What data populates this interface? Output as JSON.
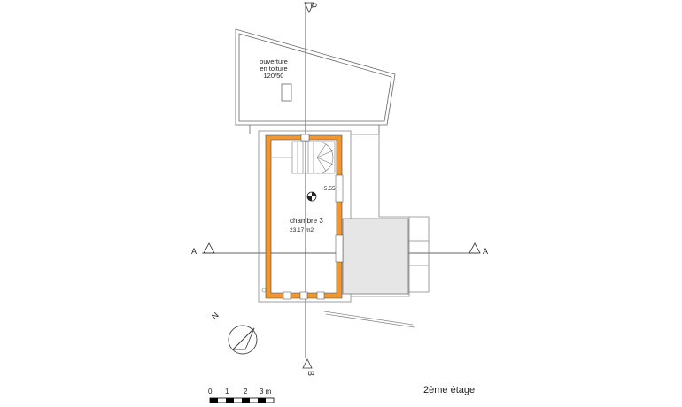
{
  "roof": {
    "opening_line1": "ouverture",
    "opening_line2": "en toiture",
    "opening_line3": "120/50"
  },
  "room": {
    "name": "chambre 3",
    "area": "23.17 m2",
    "level_mark": "+5.55"
  },
  "section_markers": {
    "a_left": "A",
    "a_right": "A",
    "b_top": "B",
    "b_bottom": "B"
  },
  "north_label": "N",
  "scale_bar": {
    "ticks": [
      "0",
      "1",
      "2",
      "3 m"
    ]
  },
  "floor_title": "2ème étage",
  "colors": {
    "wall_fill": "#f0982e",
    "line": "#555555",
    "hatch_fill": "#e6e6e6"
  }
}
